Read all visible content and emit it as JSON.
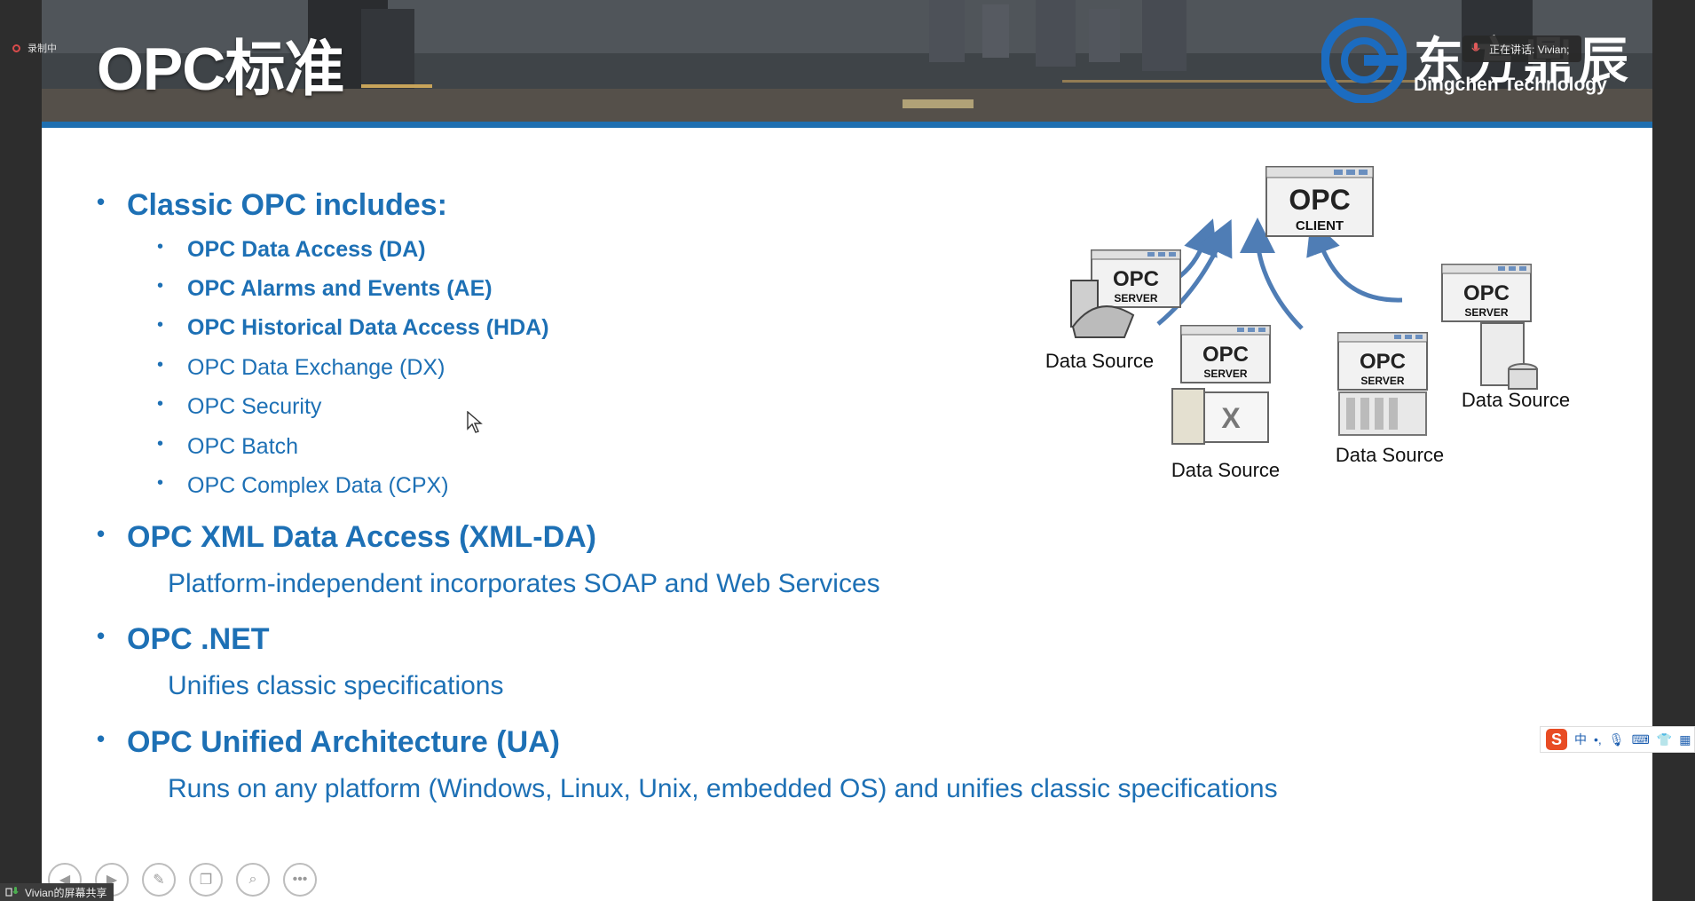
{
  "meeting": {
    "recording_label": "录制中",
    "speaker_label": "正在讲话: Vivian;",
    "share_label": "Vivian的屏幕共享"
  },
  "slide": {
    "title": "OPC标准",
    "logo": {
      "cn": "东方鼎辰",
      "en": "Dingchen Technology"
    },
    "bullets": {
      "classic": {
        "label": "Classic OPC includes:",
        "items": [
          {
            "label": "OPC Data Access (DA)"
          },
          {
            "label": "OPC Alarms and Events (AE)"
          },
          {
            "label": "OPC Historical Data Access (HDA)"
          },
          {
            "label": "OPC Data Exchange (DX)"
          },
          {
            "label": "OPC Security"
          },
          {
            "label": "OPC Batch"
          },
          {
            "label": "OPC Complex Data (CPX)"
          }
        ]
      },
      "xml": {
        "label": "OPC XML Data Access (XML-DA)",
        "desc": "Platform-independent incorporates SOAP and Web Services"
      },
      "net": {
        "label": "OPC .NET",
        "desc": "Unifies classic specifications"
      },
      "ua": {
        "label": "OPC Unified Architecture (UA)",
        "desc": "Runs on any platform (Windows, Linux, Unix, embedded OS) and unifies classic specifications"
      }
    },
    "diagram": {
      "client_logo": "OPC",
      "client_label": "CLIENT",
      "server_logo": "OPC",
      "server_label": "SERVER",
      "source_label": "Data Source"
    }
  },
  "toolbar": {
    "buttons": [
      {
        "icon": "prev-page-icon",
        "glyph": "◀"
      },
      {
        "icon": "next-page-icon",
        "glyph": "▶"
      },
      {
        "icon": "pen-icon",
        "glyph": "✎"
      },
      {
        "icon": "pages-icon",
        "glyph": "❐"
      },
      {
        "icon": "zoom-icon",
        "glyph": "⌕"
      },
      {
        "icon": "more-icon",
        "glyph": "•••"
      }
    ]
  },
  "ime": {
    "logo": "S",
    "mode": "中",
    "punct": "•,",
    "items": [
      "mic-icon",
      "keyboard-icon",
      "skin-icon",
      "apps-icon"
    ]
  },
  "colors": {
    "accent": "#1d70b5",
    "banner_line": "#1f6fb0"
  }
}
